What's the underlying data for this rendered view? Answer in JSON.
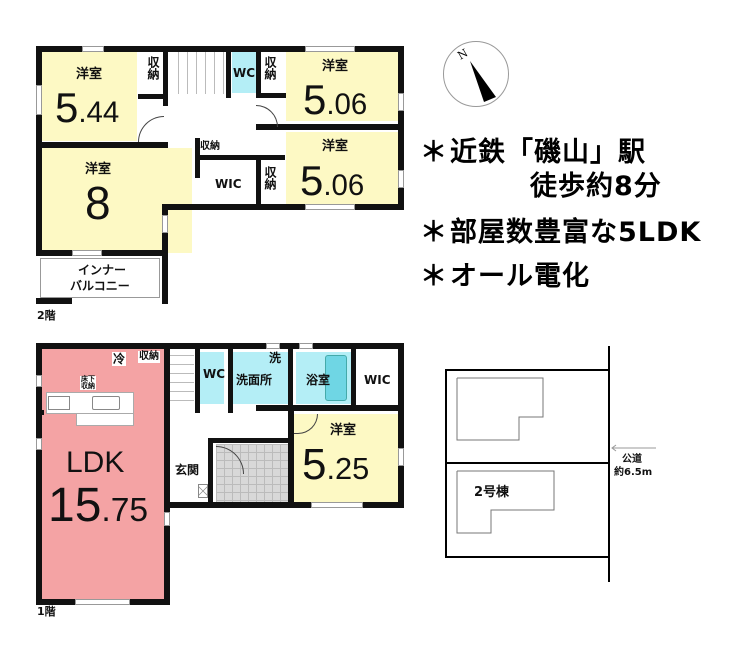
{
  "floor2": {
    "label": "2階",
    "rooms": [
      {
        "name": "洋室",
        "size_int": "5",
        "size_dec": ".44"
      },
      {
        "name": "洋室",
        "size_int": "8",
        "size_dec": ""
      },
      {
        "name": "洋室",
        "size_int": "5",
        "size_dec": ".06"
      },
      {
        "name": "洋室",
        "size_int": "5",
        "size_dec": ".06"
      }
    ],
    "storage": [
      "収納",
      "収納",
      "収納",
      "収納"
    ],
    "wc": "WC",
    "wic": "WIC",
    "balcony": "インナーバルコニー",
    "balcony_line1": "インナー",
    "balcony_line2": "バルコニー"
  },
  "floor1": {
    "label": "1階",
    "ldk": {
      "name": "LDK",
      "size_int": "15",
      "size_dec": ".75"
    },
    "fridge": "冷",
    "storage": "収納",
    "underfloor": "床下収納",
    "underfloor_l1": "床下",
    "underfloor_l2": "収納",
    "wc": "WC",
    "washroom": "洗面所",
    "washer": "洗",
    "bath": "浴室",
    "wic": "WIC",
    "entrance": "玄関",
    "room": {
      "name": "洋室",
      "size_int": "5",
      "size_dec": ".25"
    }
  },
  "compass": {
    "north_label": "N"
  },
  "features": [
    {
      "bullet": "＊",
      "line1": "近鉄「磯山」駅",
      "line2": "徒歩約8分"
    },
    {
      "bullet": "＊",
      "line1": "部屋数豊富な5LDK"
    },
    {
      "bullet": "＊",
      "line1": "オール電化"
    }
  ],
  "site_plan": {
    "lot_label": "2号棟",
    "road_label_1": "公道",
    "road_label_2": "約6.5m"
  },
  "colors": {
    "western_room": "#fdf9c4",
    "ldk": "#f4a3a4",
    "water": "#b4eef6",
    "entrance_tile": "#d8d8d8"
  }
}
